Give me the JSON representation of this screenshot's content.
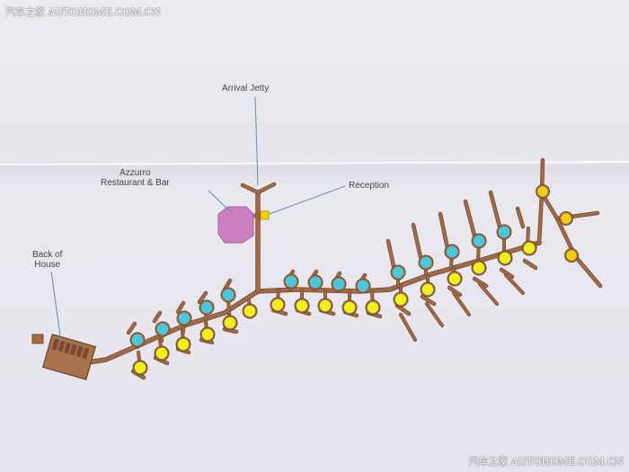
{
  "watermark": {
    "top_left": "汽车之家 AUTOHOME.COM.CN",
    "bottom_right": "汽车之家 AUTOHOME.COM.CN"
  },
  "labels": {
    "arrival_jetty": "Arrival Jetty",
    "restaurant": "Azzurro\nRestaurant & Bar",
    "reception": "Reception",
    "back_of_house": "Back of\nHouse"
  },
  "villas": [
    {
      "id": "v-a1",
      "n": "",
      "c": "yellow"
    },
    {
      "id": "v-a2",
      "n": "",
      "c": "yellow"
    },
    {
      "id": "v-a3",
      "n": "",
      "c": "yellow"
    },
    {
      "id": "v-a4",
      "n": "",
      "c": "yellow"
    },
    {
      "id": "v-a5",
      "n": "",
      "c": "yellow"
    },
    {
      "id": "v-a6",
      "n": "",
      "c": "yellow"
    },
    {
      "id": "v-a7",
      "n": "",
      "c": "yellow"
    },
    {
      "id": "v-a8",
      "n": "",
      "c": "yellow"
    },
    {
      "id": "v-a9",
      "n": "",
      "c": "yellow"
    },
    {
      "id": "v-a10",
      "n": "",
      "c": "yellow"
    },
    {
      "id": "v-a11",
      "n": "",
      "c": "yellow"
    },
    {
      "id": "v-a12",
      "n": "",
      "c": "yellow"
    },
    {
      "id": "v-a13",
      "n": "",
      "c": "yellow"
    },
    {
      "id": "v-a14",
      "n": "",
      "c": "yellow"
    },
    {
      "id": "v-a15",
      "n": "",
      "c": "yellow"
    },
    {
      "id": "v-a16",
      "n": "",
      "c": "yellow"
    },
    {
      "id": "v-a17",
      "n": "",
      "c": "yellow"
    },
    {
      "id": "v-a18",
      "n": "",
      "c": "yellow"
    },
    {
      "id": "v-a19",
      "n": "",
      "c": "yellow"
    },
    {
      "id": "v-b1",
      "n": "",
      "c": "blue"
    },
    {
      "id": "v-b2",
      "n": "",
      "c": "blue"
    },
    {
      "id": "v-b3",
      "n": "",
      "c": "blue"
    },
    {
      "id": "v-b4",
      "n": "",
      "c": "blue"
    },
    {
      "id": "v-b5",
      "n": "",
      "c": "blue"
    },
    {
      "id": "v-b6",
      "n": "",
      "c": "blue"
    },
    {
      "id": "v-b7",
      "n": "",
      "c": "blue"
    },
    {
      "id": "v-b8",
      "n": "",
      "c": "blue"
    },
    {
      "id": "v-b9",
      "n": "",
      "c": "blue"
    },
    {
      "id": "v-b10",
      "n": "",
      "c": "blue"
    },
    {
      "id": "v-b11",
      "n": "",
      "c": "blue"
    },
    {
      "id": "v-b12",
      "n": "",
      "c": "blue"
    },
    {
      "id": "v-b13",
      "n": "",
      "c": "blue"
    },
    {
      "id": "v-b14",
      "n": "",
      "c": "blue"
    },
    {
      "id": "v-b15",
      "n": "",
      "c": "blue"
    },
    {
      "id": "v-b16",
      "n": "",
      "c": "blue"
    },
    {
      "id": "v-c1",
      "n": "",
      "c": "gold"
    },
    {
      "id": "v-c2",
      "n": "",
      "c": "gold"
    },
    {
      "id": "v-c3",
      "n": "",
      "c": "gold"
    }
  ],
  "colors": {
    "walkway": "#a06a48",
    "walkway_edge": "#7a4b30",
    "restaurant": "#cc7fbf",
    "reception": "#f2d400",
    "villa_yellow": "#f1ee1a",
    "villa_blue": "#48c8e0",
    "villa_gold": "#f2cc10",
    "leader": "#6a8aa8"
  }
}
